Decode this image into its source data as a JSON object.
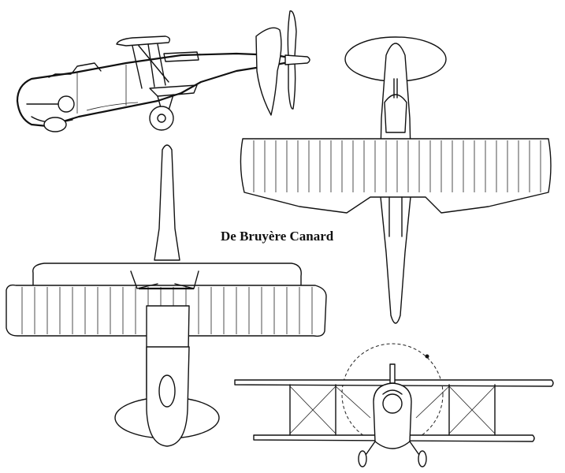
{
  "drawing": {
    "title": "De Bruyère Canard",
    "views": [
      {
        "id": "side",
        "icon": "aircraft-side-view-icon"
      },
      {
        "id": "top",
        "icon": "aircraft-top-view-icon"
      },
      {
        "id": "bottom",
        "icon": "aircraft-bottom-view-icon"
      },
      {
        "id": "front",
        "icon": "aircraft-front-view-icon"
      }
    ],
    "colors": {
      "ink": "#111111",
      "paper": "#ffffff"
    }
  }
}
